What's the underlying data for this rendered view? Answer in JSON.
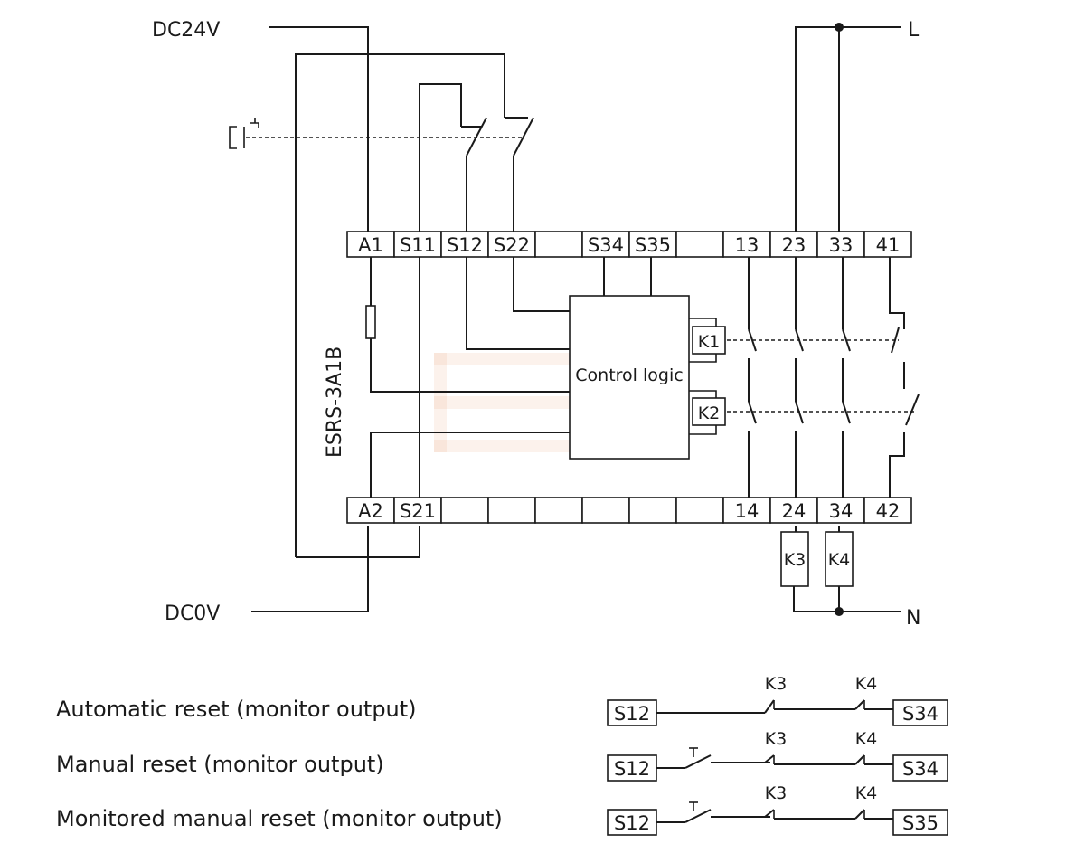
{
  "supply": {
    "dc_plus": "DC24V",
    "dc_minus": "DC0V",
    "line": "L",
    "neutral": "N"
  },
  "device": {
    "model": "ESRS-3A1B",
    "logic_label": "Control logic",
    "relays": [
      "K1",
      "K2"
    ],
    "external_contactors": [
      "K3",
      "K4"
    ]
  },
  "terminals_top": [
    "A1",
    "S11",
    "S12",
    "S22",
    "",
    "S34",
    "S35",
    "",
    "13",
    "23",
    "33",
    "41"
  ],
  "terminals_bottom": [
    "A2",
    "S21",
    "",
    "",
    "",
    "",
    "",
    "",
    "14",
    "24",
    "34",
    "42"
  ],
  "reset_modes": [
    {
      "label": "Automatic reset (monitor output)",
      "from": "S12",
      "to": "S34",
      "contacts": [
        "K3",
        "K4"
      ]
    },
    {
      "label": "Manual reset (monitor output)",
      "from": "S12",
      "to": "S34",
      "contacts": [
        "K3",
        "K4"
      ]
    },
    {
      "label": "Monitored manual reset (monitor output)",
      "from": "S12",
      "to": "S35",
      "contacts": [
        "K3",
        "K4"
      ]
    }
  ]
}
